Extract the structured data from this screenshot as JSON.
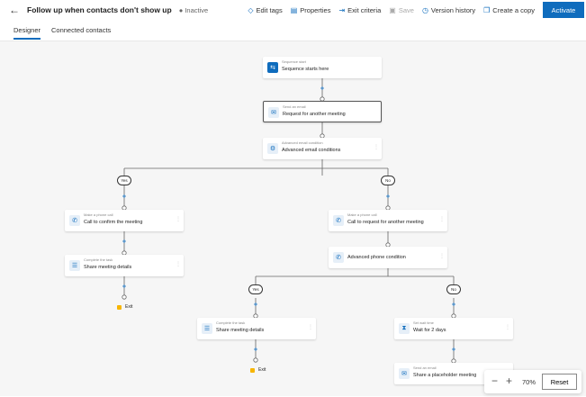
{
  "header": {
    "title": "Follow up when contacts don't show up",
    "status": "Inactive",
    "actions": [
      {
        "label": "Edit tags",
        "icon": "tag-icon"
      },
      {
        "label": "Properties",
        "icon": "document-icon"
      },
      {
        "label": "Exit criteria",
        "icon": "exit-icon"
      },
      {
        "label": "Save",
        "icon": "save-icon",
        "disabled": true
      },
      {
        "label": "Version history",
        "icon": "history-icon"
      },
      {
        "label": "Create a copy",
        "icon": "copy-icon"
      }
    ],
    "activate": "Activate"
  },
  "tabs": [
    {
      "label": "Designer",
      "active": true
    },
    {
      "label": "Connected contacts"
    }
  ],
  "nodes": {
    "start": {
      "sub": "Sequence start",
      "label": "Sequence starts here"
    },
    "email1": {
      "sub": "Send an email",
      "label": "Request for another meeting"
    },
    "emailcond": {
      "sub": "Advanced email condition",
      "label": "Advanced email conditions"
    },
    "lphone": {
      "sub": "Make a phone call",
      "label": "Call to confirm the meeting"
    },
    "ltask": {
      "sub": "Complete the task",
      "label": "Share meeting details"
    },
    "rphone": {
      "sub": "Make a phone call",
      "label": "Call to request for another meeting"
    },
    "rcond": {
      "label": "Advanced phone condition"
    },
    "mtask": {
      "sub": "Complete the task",
      "label": "Share meeting details"
    },
    "wait": {
      "sub": "Set wait time",
      "label": "Wait for 2 days"
    },
    "email2": {
      "sub": "Send an email",
      "label": "Share a placeholder meeting"
    }
  },
  "branches": {
    "yes": "Yes",
    "no": "No"
  },
  "exit": "Exit",
  "zoom": {
    "level": "70%",
    "reset": "Reset"
  },
  "accent": "#0f6cbd"
}
